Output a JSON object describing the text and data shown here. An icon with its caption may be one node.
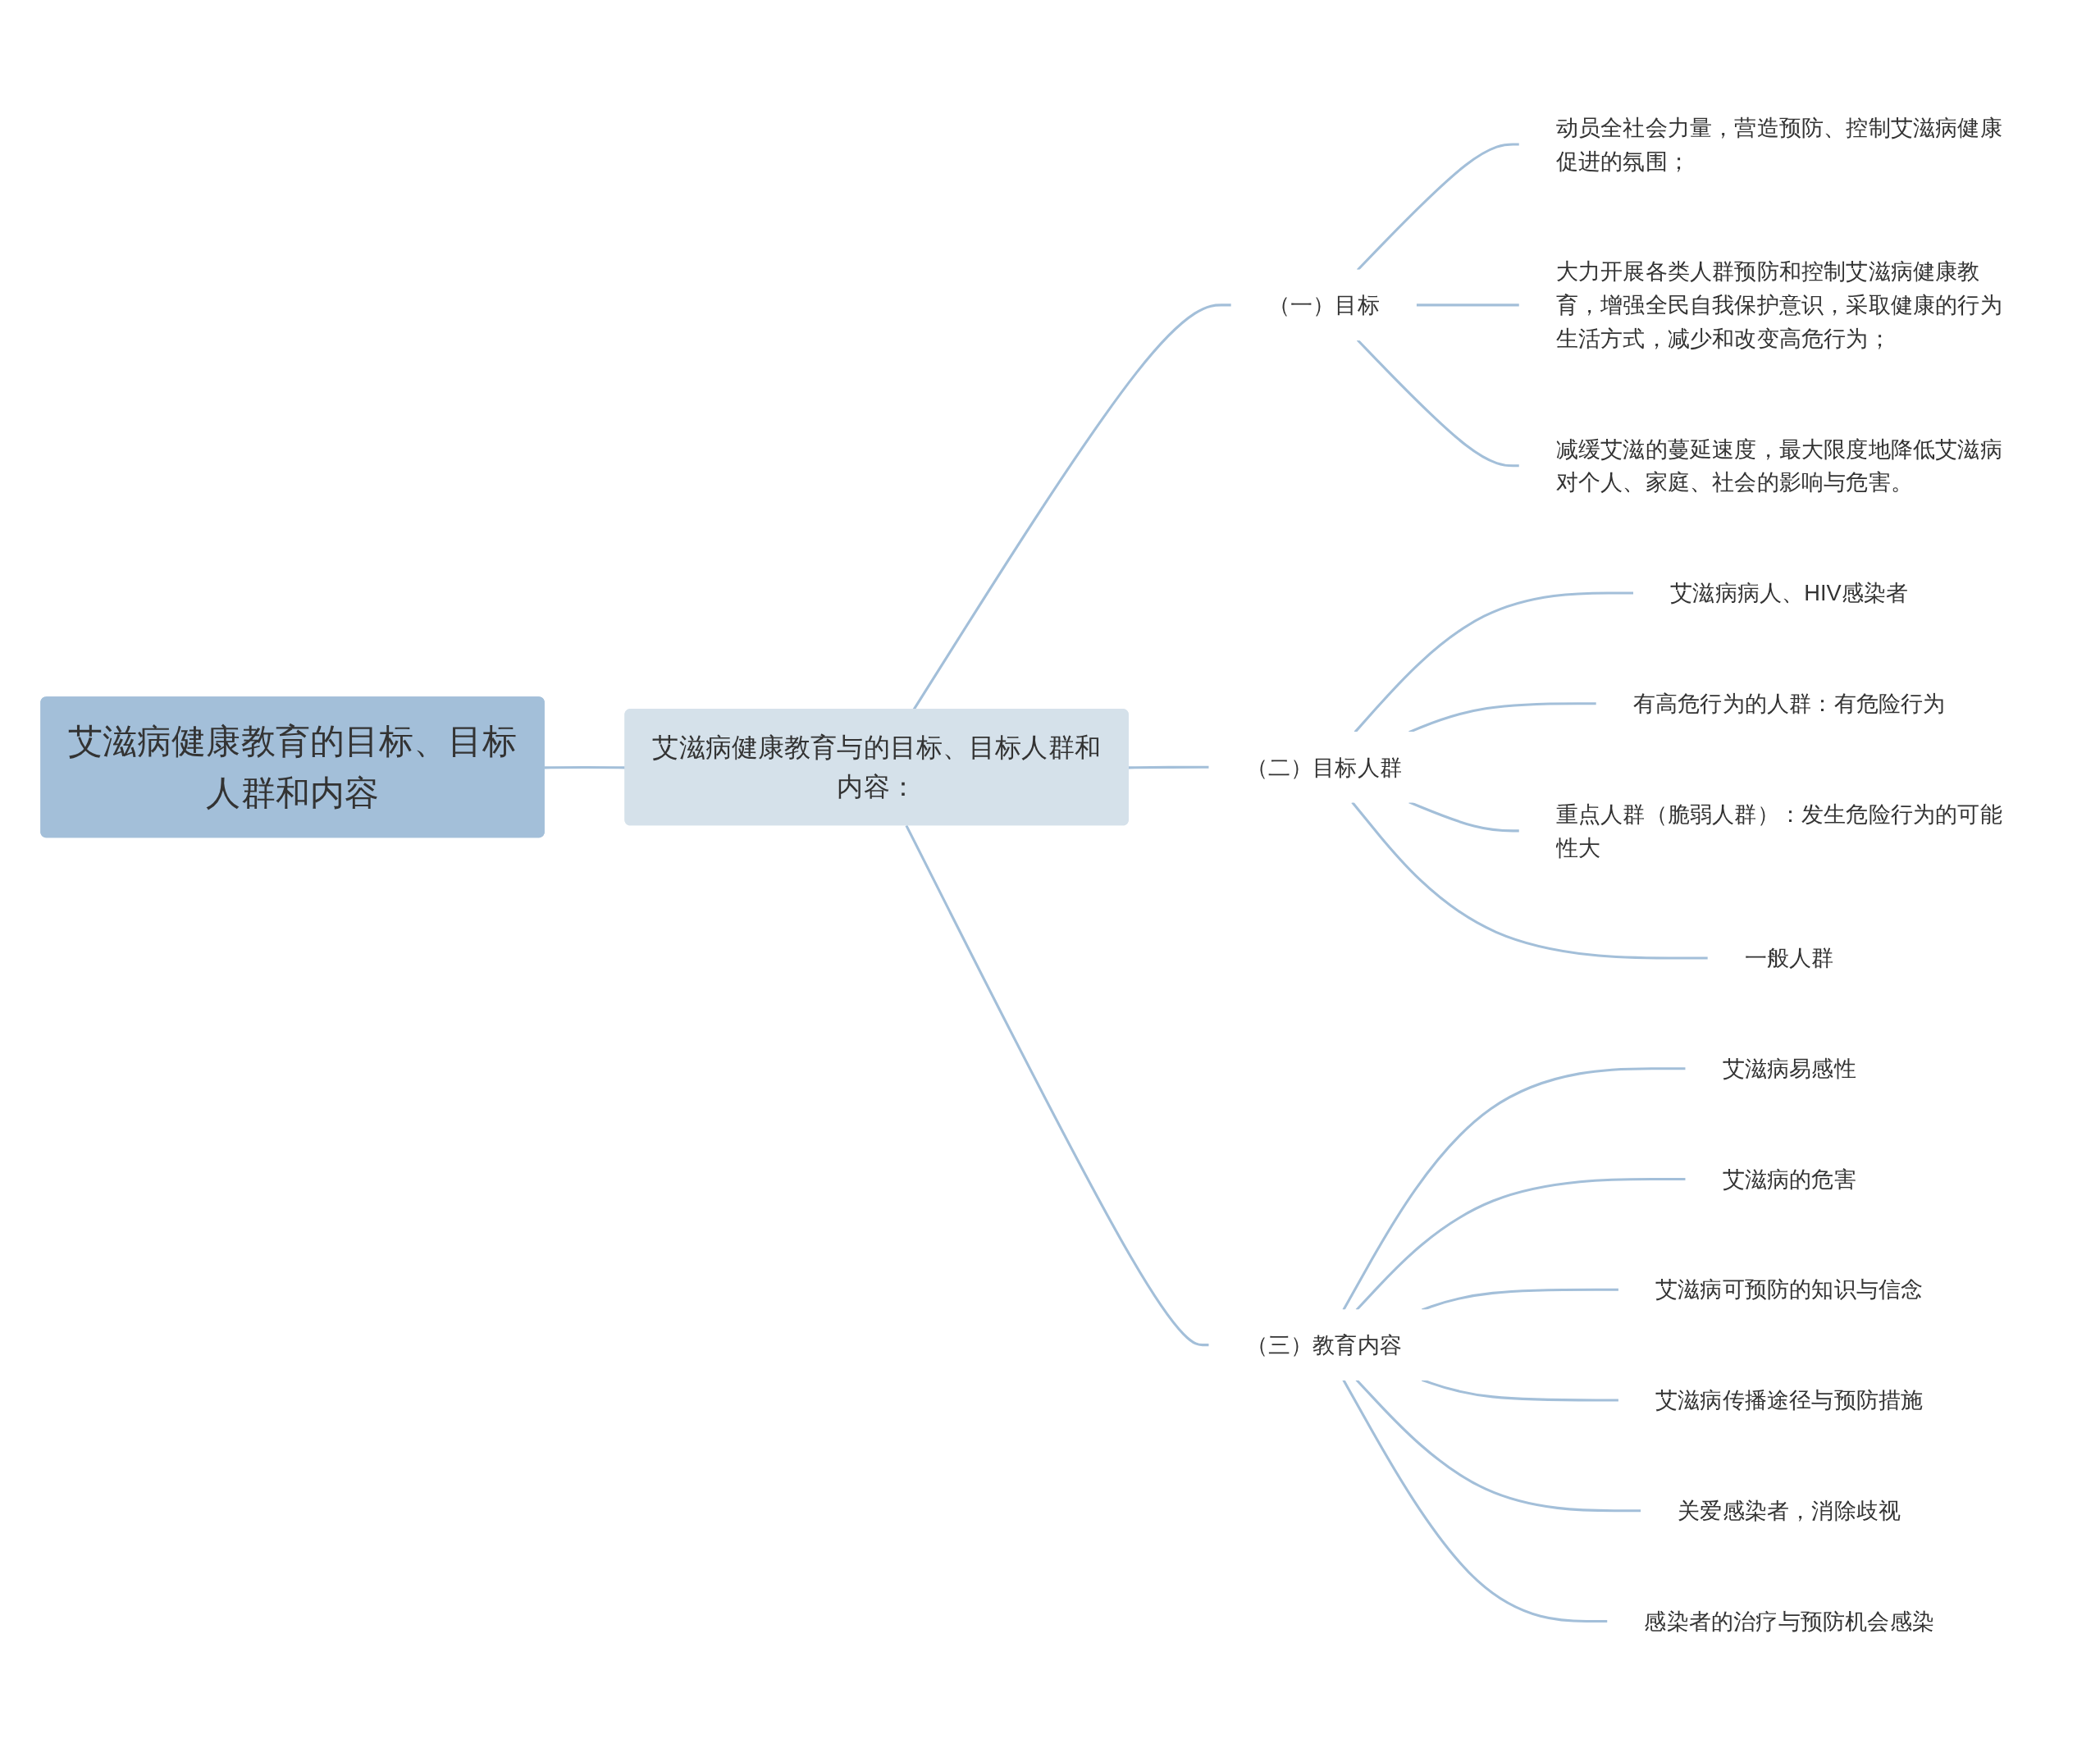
{
  "diagram": {
    "nodes": [
      {
        "text": [
          "艾滋病健康教育的目标、目标人群和内容"
        ]
      },
      {
        "text": [
          "艾滋病健康教育与的目标、目标人群和内容："
        ]
      },
      {
        "text": [
          "（一）目标"
        ]
      },
      {
        "text": [
          "动员全社会力量，营造预防、控制艾滋病健康促进的氛围；"
        ]
      },
      {
        "text": [
          "大力开展各类人群预防和控制艾滋病健康教育，增强全民自我保护意识，采取健康的行为生活方式，减少和改变高危行为；"
        ]
      },
      {
        "text": [
          "减缓艾滋的蔓延速度，最大限度地降低艾滋病对个人、家庭、社会的影响与危害。"
        ]
      },
      {
        "text": [
          "（二）目标人群"
        ]
      },
      {
        "text": [
          "艾滋病病人、HIV感染者"
        ]
      },
      {
        "text": [
          "有高危行为的人群：有危险行为"
        ]
      },
      {
        "text": [
          "重点人群（脆弱人群）：发生危险行为的可能性大"
        ]
      },
      {
        "text": [
          "一般人群"
        ]
      },
      {
        "text": [
          "（三）教育内容"
        ]
      },
      {
        "text": [
          "艾滋病易感性"
        ]
      },
      {
        "text": [
          "艾滋病的危害"
        ]
      },
      {
        "text": [
          "艾滋病可预防的知识与信念"
        ]
      },
      {
        "text": [
          "艾滋病传播途径与预防措施"
        ]
      },
      {
        "text": [
          "关爱感染者，消除歧视"
        ]
      },
      {
        "text": [
          "感染者的治疗与预防机会感染"
        ]
      }
    ],
    "edges": [
      {
        "from": 0,
        "to": 1,
        "arrow": "none"
      },
      {
        "from": 1,
        "to": 2,
        "arrow": "none"
      },
      {
        "from": 1,
        "to": 6,
        "arrow": "none"
      },
      {
        "from": 1,
        "to": 11,
        "arrow": "none"
      },
      {
        "from": 2,
        "to": 3,
        "arrow": "none"
      },
      {
        "from": 2,
        "to": 4,
        "arrow": "none"
      },
      {
        "from": 2,
        "to": 5,
        "arrow": "none"
      },
      {
        "from": 6,
        "to": 7,
        "arrow": "none"
      },
      {
        "from": 6,
        "to": 8,
        "arrow": "none"
      },
      {
        "from": 6,
        "to": 9,
        "arrow": "none"
      },
      {
        "from": 6,
        "to": 10,
        "arrow": "none"
      },
      {
        "from": 11,
        "to": 12,
        "arrow": "none"
      },
      {
        "from": 11,
        "to": 13,
        "arrow": "none"
      },
      {
        "from": 11,
        "to": 14,
        "arrow": "none"
      },
      {
        "from": 11,
        "to": 15,
        "arrow": "none"
      },
      {
        "from": 11,
        "to": 16,
        "arrow": "none"
      },
      {
        "from": 11,
        "to": 17,
        "arrow": "none"
      }
    ]
  }
}
